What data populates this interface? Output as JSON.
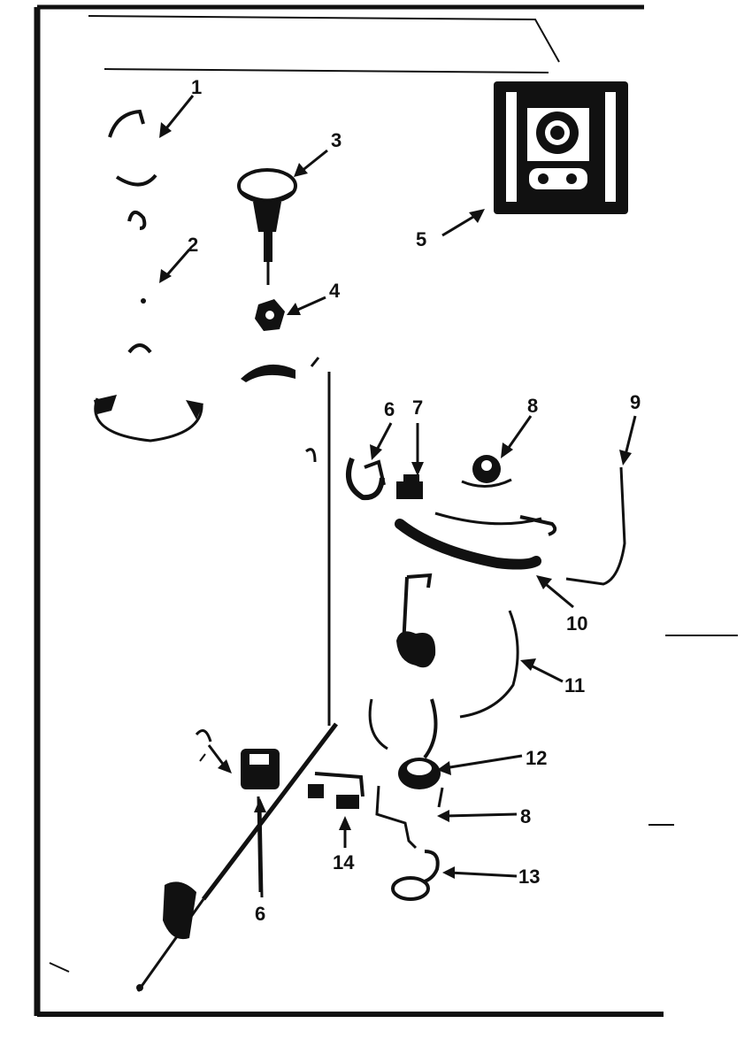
{
  "colors": {
    "ink": "#111111",
    "paper": "#ffffff"
  },
  "callouts": {
    "c1": "1",
    "c2": "2",
    "c3": "3",
    "c4": "4",
    "c5": "5",
    "c6_top": "6",
    "c6_bottom": "6",
    "c7": "7",
    "c8_top": "8",
    "c8_bottom": "8",
    "c9": "9",
    "c10": "10",
    "c11": "11",
    "c12": "12",
    "c13": "13",
    "c14": "14"
  }
}
